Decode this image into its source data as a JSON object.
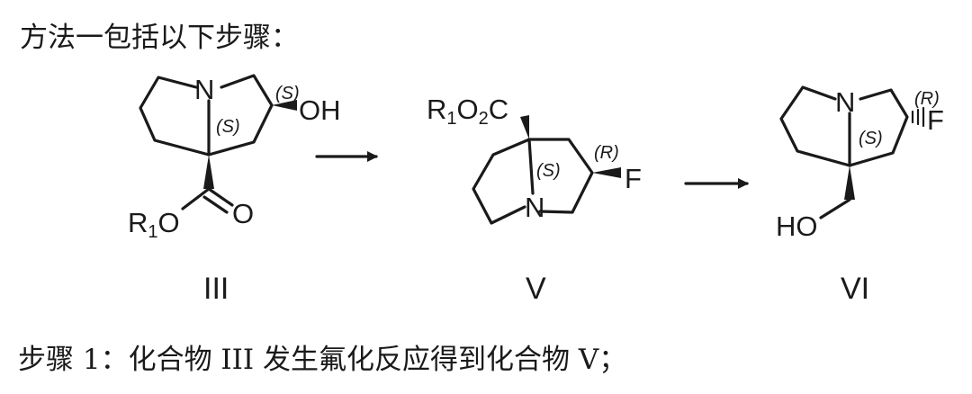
{
  "heading": "方法一包括以下步骤：",
  "step1": "步骤 1：化合物 III 发生氟化反应得到化合物 V；",
  "compounds": [
    {
      "label": "III",
      "atoms": {
        "n": "N",
        "oh": "OH",
        "r": "R",
        "r_sub": "1",
        "o_ester": "O",
        "o_carbonyl": "O"
      },
      "stereo": {
        "top": "(S)",
        "bridgehead": "(S)"
      }
    },
    {
      "label": "V",
      "atoms": {
        "r": "R",
        "r_sub": "1",
        "o": "O",
        "o_sub": "2",
        "c": "C",
        "f": "F",
        "n": "N"
      },
      "stereo": {
        "fluoro": "(R)",
        "bridgehead": "(S)"
      }
    },
    {
      "label": "VI",
      "atoms": {
        "n": "N",
        "f": "F",
        "ho": "HO"
      },
      "stereo": {
        "fluoro": "(R)",
        "bridgehead": "(S)"
      }
    }
  ],
  "arrows": 2
}
